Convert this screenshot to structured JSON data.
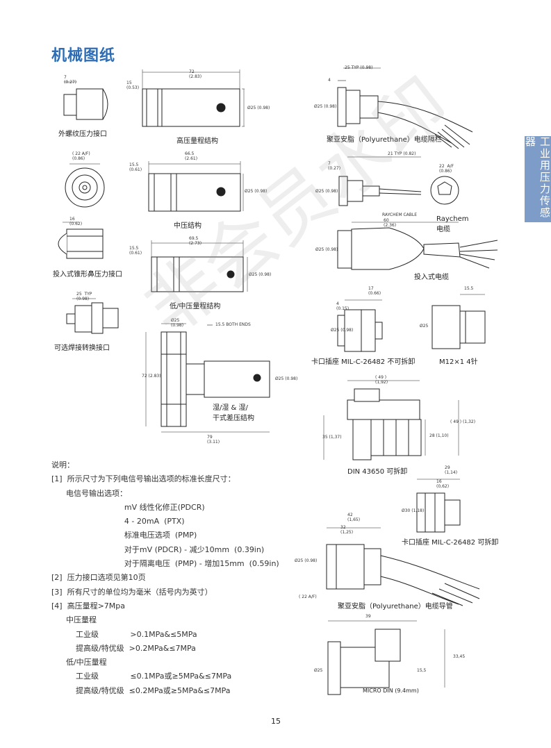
{
  "title": "机械图纸",
  "side_tab": "工业用压力传感器",
  "watermark": "非会员水印",
  "page_number": "15",
  "captions": {
    "ext_thread": "外螺纹压力接口",
    "high_range": "高压量程结构",
    "mid_pressure": "中压结构",
    "submersible_cone": "投入式锥形鼻压力接口",
    "low_mid_range": "低/中压量程结构",
    "weld_adapter": "可选焊接转换接口",
    "wet_dry": "湿/湿 & 湿/\n干式差压结构",
    "pu_gland": "聚亚安脂（Polyurethane）电缆隔栏",
    "raychem": "Raychem\n电缆",
    "sub_cable": "投入式电缆",
    "bayonet_fixed": "卡口插座 MIL-C-26482 不可拆卸",
    "m12": "M12×1  4针",
    "din43650": "DIN 43650 可拆卸",
    "bayonet_detach": "卡口插座 MIL-C-26482 可拆卸",
    "pu_conduit": "聚亚安脂（Polyurethane）电缆导管",
    "micro_din": "MICRO DIN (9.4mm)"
  },
  "dims": {
    "d7": "7\n(0.27)",
    "d72": "72\n(2.83)",
    "d15": "15\n(0.53)",
    "d25dia": "Ø25 (0.98)",
    "d22af": "( 22 A/F)\n(0.86)",
    "d665": "66.5\n(2.61)",
    "d155a": "15.5\n(0.61)",
    "d16": "16\n(0.62)",
    "d695": "69.5\n(2.73)",
    "d155b": "15.5\n(0.61)",
    "d25typ": "25  TYP\n(0.98)",
    "d25w": "Ø25\n(0.98)",
    "both_ends": "15.5  BOTH ENDS",
    "d72v": "72 (2.83)",
    "d79": "79\n(3.11)",
    "d25typ_top": "25 TYP (0.98)",
    "d4": "4",
    "d21typ": "21  TYP (0.82)",
    "d7b": "7\n(0.27)",
    "d22af2": "22  A/F\n(0.86)",
    "raychem_cable": "RAYCHEM CABLE",
    "d60": "60\n(2.36)",
    "d17": "17\n(0.66)",
    "d4b": "4\n(0.15)",
    "d155c": "15.5",
    "d25m": "Ø25",
    "d49": "( 49 )\n(1,92)",
    "d49r": "( 49 ) (1,32)",
    "d35": "35 (1,37)",
    "d28": "28 (1,10)",
    "d29": "29\n(1,14)",
    "d16b": "16\n(0,62)",
    "d30": "Ø30  (1,18)",
    "d42": "42\n(1,65)",
    "d32": "32\n(1,25)",
    "d22af3": "( 22  A/F)",
    "d39": "39",
    "d3345": "33,45",
    "d155d": "15,5",
    "d25e": "Ø25"
  },
  "notes": [
    "说明：",
    "[1]  所示尺寸为下列电信号输出选项的标准长度尺寸：",
    "      电信号输出选项：",
    "                              mV 线性化修正(PDCR)",
    "                              4 - 20mA  (PTX)",
    "                              标准电压选项  (PMP)",
    "                              对于mV (PDCR) - 减少10mm  (0.39in)",
    "                              对于隔离电压  (PMP) - 增加15mm  (0.59in)",
    "[2]  压力接口选项见第10页",
    "[3]  所有尺寸的单位均为毫米（括号内为英寸）",
    "[4]  高压量程>7Mpa",
    "      中压量程",
    "          工业级             >0.1MPa&≤5MPa",
    "          提高级/特优级  >0.2MPa&≤7MPa",
    "      低/中压量程",
    "          工业级             ≤0.1MPa或≥5MPa&≤7MPa",
    "          提高级/特优级  ≤0.2MPa或≥5MPa&≤7MPa"
  ]
}
